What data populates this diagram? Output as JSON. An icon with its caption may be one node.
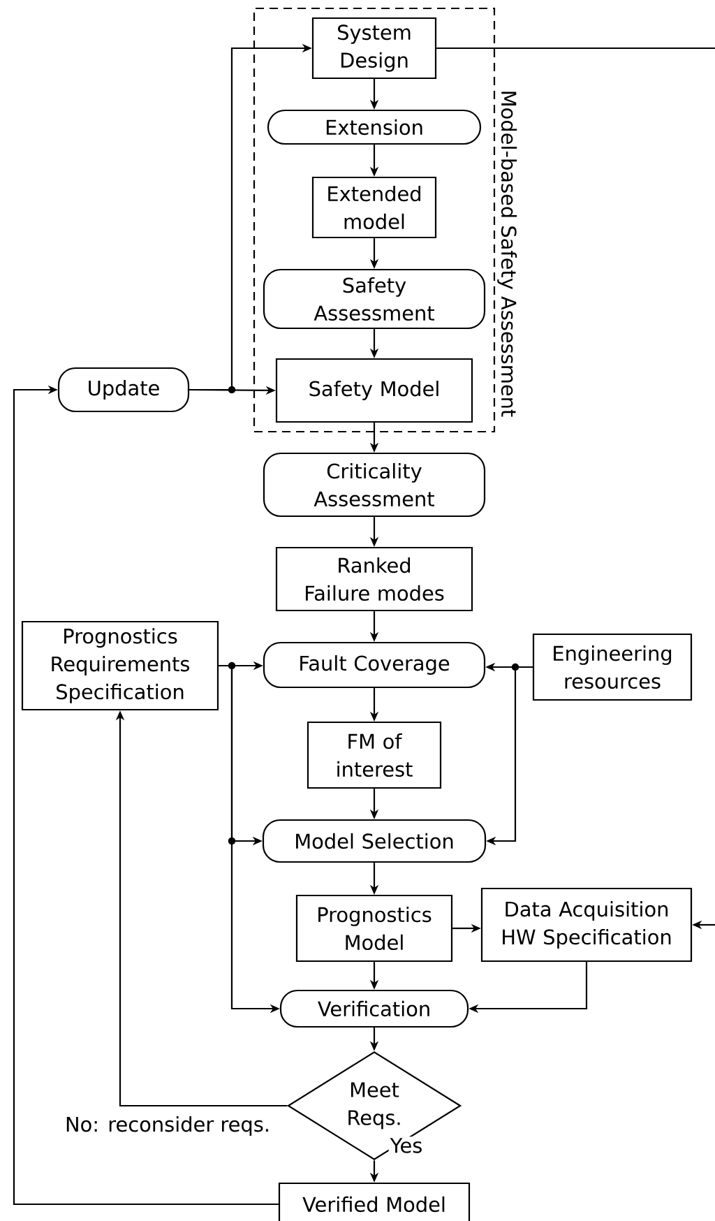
{
  "diagram": {
    "nodes": [
      {
        "text": [
          "Model-based Safety Assessment"
        ]
      },
      {
        "text": [
          "System Design"
        ],
        "in": 0
      },
      {
        "text": [
          "Extension"
        ],
        "in": 0
      },
      {
        "text": [
          "Extended model"
        ],
        "in": 0
      },
      {
        "text": [
          "Safety Assessment"
        ],
        "in": 0
      },
      {
        "text": [
          "Safety Model"
        ],
        "in": 0
      },
      {
        "text": [
          "Update"
        ]
      },
      {
        "text": [
          "Criticality Assessment"
        ]
      },
      {
        "text": [
          "Ranked Failure modes"
        ]
      },
      {
        "text": [
          "Prognostics Requirements Specification"
        ]
      },
      {
        "text": [
          "Fault Coverage"
        ]
      },
      {
        "text": [
          "Engineering resources"
        ]
      },
      {
        "text": [
          "FM of interest"
        ]
      },
      {
        "text": [
          "Model Selection"
        ]
      },
      {
        "text": [
          "Prognostics Model"
        ]
      },
      {
        "text": [
          "Data Acquisition HW Specification"
        ]
      },
      {
        "text": [
          "Verification"
        ]
      },
      {
        "text": [
          "Meet Reqs."
        ]
      },
      {
        "text": [
          "Verified Model"
        ]
      }
    ],
    "edges": [
      {
        "from": 1,
        "to": null,
        "arrow": "none"
      },
      {
        "from": 1,
        "to": 2,
        "arrow": "to"
      },
      {
        "from": 2,
        "to": 3,
        "arrow": "to"
      },
      {
        "from": 3,
        "to": 4,
        "arrow": "to"
      },
      {
        "from": 4,
        "to": 5,
        "arrow": "to"
      },
      {
        "from": 6,
        "to": 5,
        "arrow": "to"
      },
      {
        "from": 6,
        "to": 1,
        "arrow": "to"
      },
      {
        "from": 5,
        "to": 7,
        "arrow": "to"
      },
      {
        "from": 7,
        "to": 8,
        "arrow": "to"
      },
      {
        "from": 8,
        "to": 10,
        "arrow": "to"
      },
      {
        "from": 9,
        "to": 10,
        "arrow": "to"
      },
      {
        "from": 9,
        "to": 13,
        "arrow": "to"
      },
      {
        "from": 9,
        "to": 16,
        "arrow": "to"
      },
      {
        "from": 11,
        "to": 10,
        "arrow": "to"
      },
      {
        "from": 11,
        "to": 13,
        "arrow": "to"
      },
      {
        "from": 10,
        "to": 12,
        "arrow": "to"
      },
      {
        "from": 12,
        "to": 13,
        "arrow": "to"
      },
      {
        "from": 13,
        "to": 14,
        "arrow": "to"
      },
      {
        "from": 14,
        "to": 15,
        "arrow": "to"
      },
      {
        "from": null,
        "to": 15,
        "arrow": "to"
      },
      {
        "from": 14,
        "to": 16,
        "arrow": "to"
      },
      {
        "from": 15,
        "to": 16,
        "arrow": "to"
      },
      {
        "from": 16,
        "to": 17,
        "arrow": "to"
      },
      {
        "from": 17,
        "to": 9,
        "arrow": "to",
        "label": "No: reconsider reqs."
      },
      {
        "from": 17,
        "to": 18,
        "arrow": "to",
        "label": "Yes"
      },
      {
        "from": 18,
        "to": 6,
        "arrow": "to"
      }
    ]
  }
}
